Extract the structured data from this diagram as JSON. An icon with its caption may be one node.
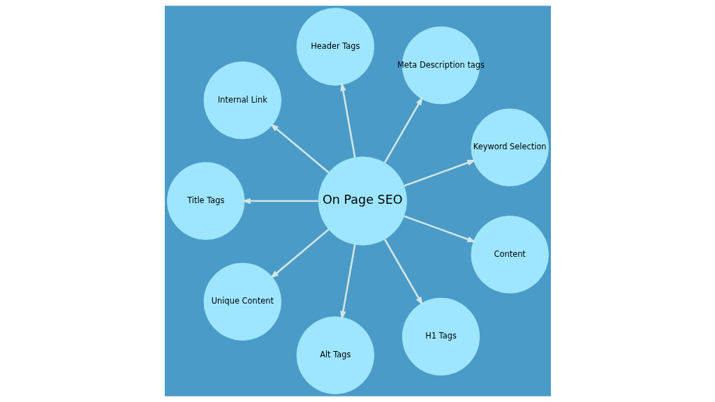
{
  "diagram": {
    "nodes": [
      {
        "text": [
          "On Page SEO"
        ]
      },
      {
        "text": [
          "Keyword Selection"
        ]
      },
      {
        "text": [
          "Meta Description tags"
        ]
      },
      {
        "text": [
          "Header Tags"
        ]
      },
      {
        "text": [
          "Internal Link"
        ]
      },
      {
        "text": [
          "Title Tags"
        ]
      },
      {
        "text": [
          "Unique Content"
        ]
      },
      {
        "text": [
          "Alt Tags"
        ]
      },
      {
        "text": [
          "H1 Tags"
        ]
      },
      {
        "text": [
          "Content"
        ]
      }
    ],
    "edges": [
      {
        "from": 0,
        "to": 1,
        "arrow": "to"
      },
      {
        "from": 0,
        "to": 2,
        "arrow": "to"
      },
      {
        "from": 0,
        "to": 3,
        "arrow": "to"
      },
      {
        "from": 0,
        "to": 5,
        "arrow": "to"
      },
      {
        "from": 0,
        "to": 9,
        "arrow": "to"
      },
      {
        "from": 0,
        "to": 8,
        "arrow": "to"
      },
      {
        "from": 0,
        "to": 7,
        "arrow": "to"
      },
      {
        "from": 0,
        "to": 6,
        "arrow": "to"
      },
      {
        "from": 0,
        "to": 4,
        "arrow": "to"
      }
    ]
  }
}
